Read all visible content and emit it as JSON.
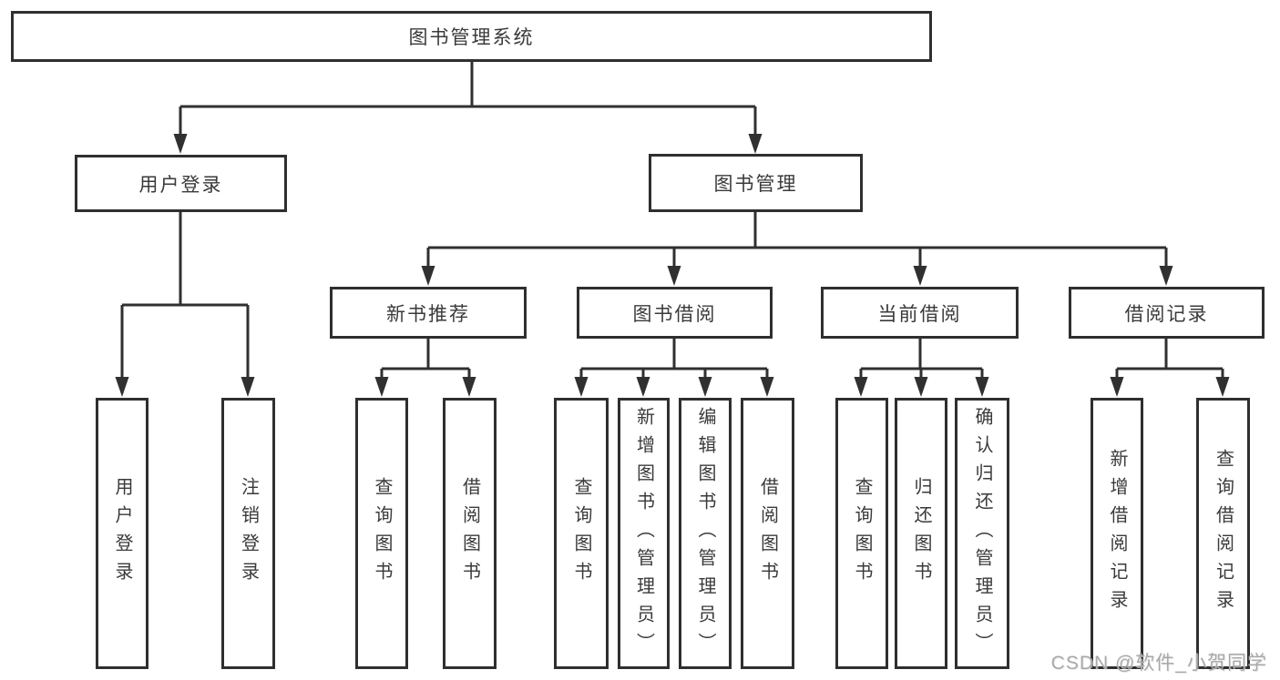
{
  "colors": {
    "background": "#ffffff",
    "line": "#303030",
    "box_border": "#2f2f2f",
    "text": "#3a3a3a",
    "watermark_text": "#a9a9a9"
  },
  "diagram": {
    "root_label": "图书管理系统",
    "level1": {
      "user_login": "用户登录",
      "book_management": "图书管理"
    },
    "level2": {
      "new_book_recommend": "新书推荐",
      "book_borrowing": "图书借阅",
      "current_borrowing": "当前借阅",
      "borrowing_records": "借阅记录"
    },
    "leaves": {
      "user_login": [
        "用户登录",
        "注销登录"
      ],
      "new_book_recommend": [
        "查询图书",
        "借阅图书"
      ],
      "book_borrowing": [
        "查询图书",
        "新增图书（管理员）",
        "编辑图书（管理员）",
        "借阅图书"
      ],
      "current_borrowing": [
        "查询图书",
        "归还图书",
        "确认归还（管理员）"
      ],
      "borrowing_records": [
        "新增借阅记录",
        "查询借阅记录"
      ]
    }
  },
  "watermark": "CSDN @软件_小贺同学"
}
